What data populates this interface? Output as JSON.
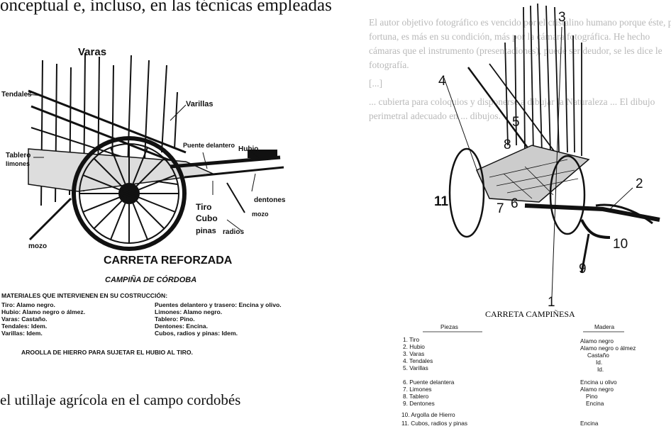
{
  "page": {
    "top_text": "onceptual e, incluso, en las técnicas empleadas",
    "bottom_text": "el utillaje agrícola en el campo cordobés",
    "background_paragraphs": [
      "El autor objetivo fotográfico es vencido por el cristalino humano porque éste, por fortuna, es más en su condición, más por la cámara fotográfica. He hecho cámaras que el instrumento (presentaciones), puede ser deudor, se les dice le fotografía.",
      "[...]",
      "... cubierta para coloquios y disponerse a dibujar la Naturaleza ... El dibujo perimetral adecuado en ... dibujos."
    ]
  },
  "left_figure": {
    "labels": {
      "varas": "Varas",
      "tendales": "Tendales",
      "varillas": "Varillas",
      "tablero": "Tablero",
      "limones": "limones",
      "puente_delantero": "Puente delantero",
      "hubio": "Hubio",
      "dentones": "dentones",
      "tiro": "Tiro",
      "cubo": "Cubo",
      "pinas": "pinas",
      "radios": "radios",
      "mozo_right": "mozo",
      "mozo_left": "mozo"
    },
    "title": "CARRETA REFORZADA",
    "subtitle": "CAMPIÑA DE CÓRDOBA",
    "materials_heading": "MATERIALES QUE INTERVIENEN EN SU COSTRUCCIÓN:",
    "materials_left": [
      "Tiro: Alamo negro.",
      "Hubio: Alamo negro o álmez.",
      "Varas: Castaño.",
      "Tendales: Idem.",
      "Varillas: Idem."
    ],
    "materials_right": [
      "Puentes delantero y trasero: Encina y olivo.",
      "Limones: Alamo negro.",
      "Tablero: Pino.",
      "Dentones: Encina.",
      "Cubos, radios y pinas: Idem."
    ],
    "note": "AROOLLA DE HIERRO PARA SUJETAR EL HUBIO AL TIRO."
  },
  "right_figure": {
    "numbers": [
      "1",
      "2",
      "3",
      "4",
      "5",
      "6",
      "7",
      "8",
      "9",
      "10",
      "11"
    ],
    "title": "CARRETA CAMPIÑESA",
    "col_pieces": "Piezas",
    "col_wood": "Madera",
    "pieces": [
      "1. Tiro",
      "2. Hubio",
      "3. Varas",
      "4. Tendales",
      "5. Varillas",
      "6. Puente delantera",
      "7. Limones",
      "8. Tablero",
      "9. Dentones",
      "10. Argolla de Hierro",
      "11. Cubos, radios y pinas"
    ],
    "woods": [
      "Alamo negro",
      "Alamo negro o álmez",
      "Castaño",
      "Id.",
      "Id.",
      "Encina u olivo",
      "Alamo negro",
      "Pino",
      "Encina",
      "",
      "Encina"
    ]
  }
}
